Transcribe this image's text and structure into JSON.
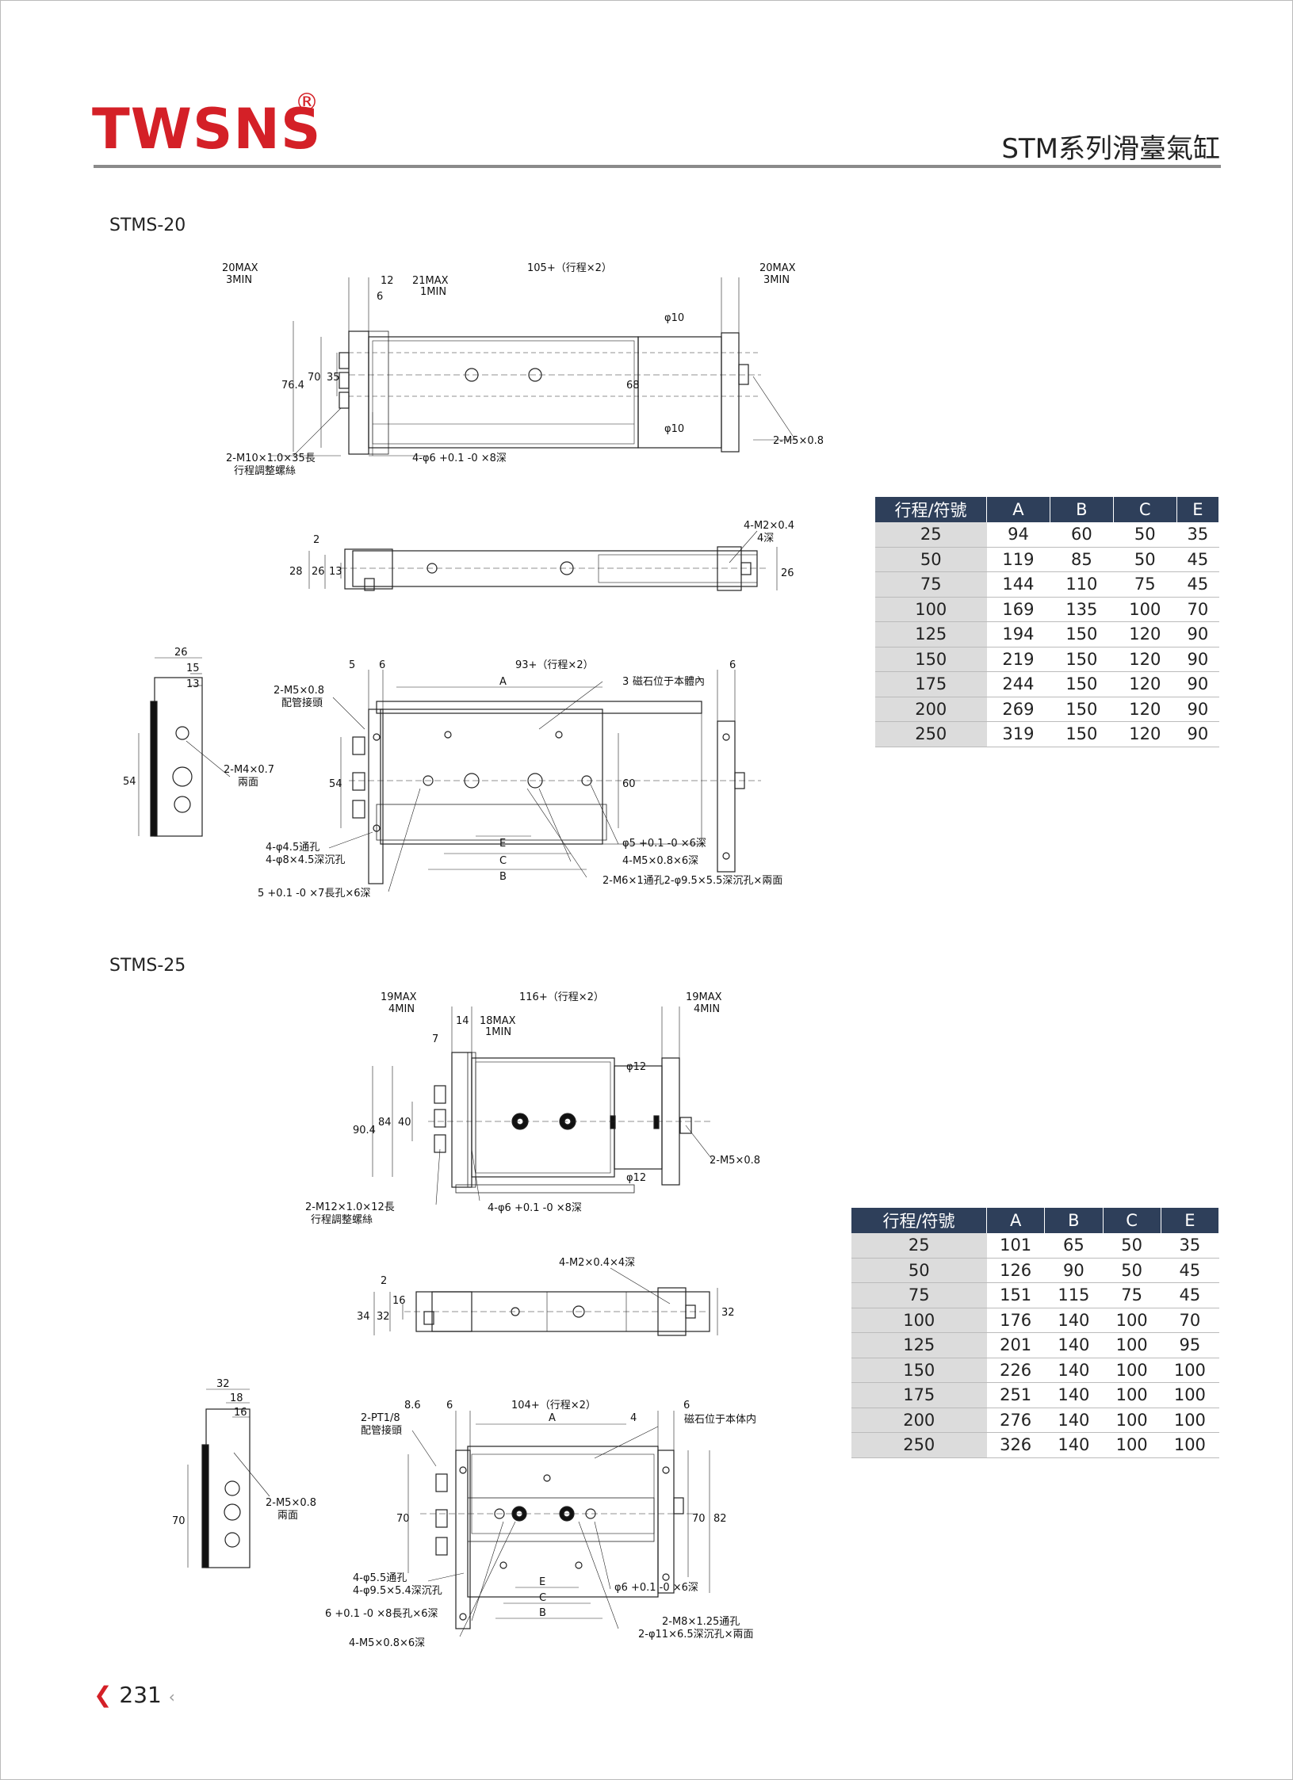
{
  "header": {
    "brand": "TWSNS",
    "registered_mark": "®",
    "series_title": "STM系列滑臺氣缸"
  },
  "sections": [
    {
      "model": "STMS-20",
      "labels": {
        "max_left": "20MAX",
        "min_left": "3MIN",
        "length": "105+（行程×2）",
        "max_right": "20MAX",
        "min_right": "3MIN",
        "d12": "12",
        "d6": "6",
        "mid_max": "21MAX",
        "mid_min": "1MIN",
        "h764": "76.4",
        "h70": "70",
        "h35": "35",
        "h68": "68",
        "phi10a": "φ10",
        "phi10b": "φ10",
        "screw": "2-M10×1.0×35長",
        "screw2": "行程調整螺絲",
        "holes": "4-φ6 +0.1 -0 ×8深",
        "m5": "2-M5×0.8",
        "m2": "4-M2×0.4",
        "m2b": "4深",
        "s28": "28",
        "s26": "26",
        "s13": "13",
        "s2": "2",
        "s26r": "26",
        "e26": "26",
        "e15": "15",
        "e13": "13",
        "e54": "54",
        "em4": "2-M4×0.7",
        "em4b": "兩面",
        "p5": "5",
        "p6": "6",
        "plen": "93+（行程×2）",
        "p6r": "6",
        "pA": "A",
        "p3": "3",
        "magnet": "磁石位于本體內",
        "pm5": "2-M5×0.8",
        "pm5b": "配管接頭",
        "p54": "54",
        "p60": "60",
        "pholes": "4-φ4.5通孔",
        "pholes2": "4-φ8×4.5深沉孔",
        "pE": "E",
        "pC": "C",
        "pB": "B",
        "pphi5": "φ5 +0.1 -0 ×6深",
        "pm5d": "4-M5×0.8×6深",
        "pm6": "2-M6×1通孔2-φ9.5×5.5深沉孔×兩面",
        "pslot": "5 +0.1 -0 ×7長孔×6深"
      },
      "table": {
        "headers": [
          "行程/符號",
          "A",
          "B",
          "C",
          "E"
        ],
        "rows": [
          [
            "25",
            "94",
            "60",
            "50",
            "35"
          ],
          [
            "50",
            "119",
            "85",
            "50",
            "45"
          ],
          [
            "75",
            "144",
            "110",
            "75",
            "45"
          ],
          [
            "100",
            "169",
            "135",
            "100",
            "70"
          ],
          [
            "125",
            "194",
            "150",
            "120",
            "90"
          ],
          [
            "150",
            "219",
            "150",
            "120",
            "90"
          ],
          [
            "175",
            "244",
            "150",
            "120",
            "90"
          ],
          [
            "200",
            "269",
            "150",
            "120",
            "90"
          ],
          [
            "250",
            "319",
            "150",
            "120",
            "90"
          ]
        ]
      }
    },
    {
      "model": "STMS-25",
      "labels": {
        "max_left": "19MAX",
        "min_left": "4MIN",
        "length": "116+（行程×2）",
        "max_right": "19MAX",
        "min_right": "4MIN",
        "d14": "14",
        "d7": "7",
        "mid_max": "18MAX",
        "mid_min": "1MIN",
        "h904": "90.4",
        "h84": "84",
        "h40": "40",
        "phi12a": "φ12",
        "phi12b": "φ12",
        "m5": "2-M5×0.8",
        "screw": "2-M12×1.0×12長",
        "screw2": "行程調整螺絲",
        "holes": "4-φ6 +0.1 -0 ×8深",
        "m2": "4-M2×0.4×4深",
        "s34": "34",
        "s32": "32",
        "s16": "16",
        "s2": "2",
        "s32r": "32",
        "e32": "32",
        "e18": "18",
        "e16": "16",
        "e70": "70",
        "em5": "2-M5×0.8",
        "em5b": "兩面",
        "p86": "8.6",
        "p6": "6",
        "plen": "104+（行程×2）",
        "p6r": "6",
        "pA": "A",
        "p4": "4",
        "magnet": "磁石位于本体内",
        "ppt": "2-PT1/8",
        "ppt2": "配管接頭",
        "p70": "70",
        "p70r": "70",
        "p82": "82",
        "pholes": "4-φ5.5通孔",
        "pholes2": "4-φ9.5×5.4深沉孔",
        "pslot": "6 +0.1 -0 ×8長孔×6深",
        "pm5d": "4-M5×0.8×6深",
        "pE": "E",
        "pC": "C",
        "pB": "B",
        "pphi6": "φ6 +0.1 -0 ×6深",
        "pm8": "2-M8×1.25通孔",
        "pm8b": "2-φ11×6.5深沉孔×兩面"
      },
      "table": {
        "headers": [
          "行程/符號",
          "A",
          "B",
          "C",
          "E"
        ],
        "rows": [
          [
            "25",
            "101",
            "65",
            "50",
            "35"
          ],
          [
            "50",
            "126",
            "90",
            "50",
            "45"
          ],
          [
            "75",
            "151",
            "115",
            "75",
            "45"
          ],
          [
            "100",
            "176",
            "140",
            "100",
            "70"
          ],
          [
            "125",
            "201",
            "140",
            "100",
            "95"
          ],
          [
            "150",
            "226",
            "140",
            "100",
            "100"
          ],
          [
            "175",
            "251",
            "140",
            "100",
            "100"
          ],
          [
            "200",
            "276",
            "140",
            "100",
            "100"
          ],
          [
            "250",
            "326",
            "140",
            "100",
            "100"
          ]
        ]
      }
    }
  ],
  "footer": {
    "page_number": "231"
  }
}
